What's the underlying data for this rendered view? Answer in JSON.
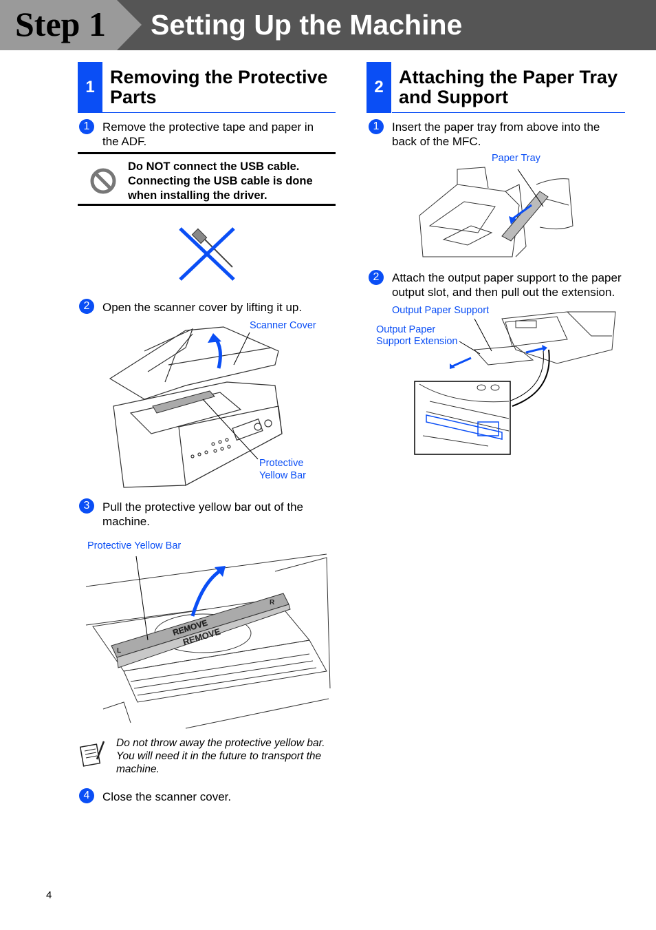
{
  "header": {
    "step_label": "Step 1",
    "title": "Setting Up the Machine"
  },
  "section1": {
    "number": "1",
    "title": "Removing the Protective Parts",
    "steps": [
      {
        "num": "1",
        "text": "Remove the protective tape and paper in the ADF."
      },
      {
        "num": "2",
        "text": "Open the scanner cover by lifting it up."
      },
      {
        "num": "3",
        "text": "Pull the protective yellow bar out of the machine."
      },
      {
        "num": "4",
        "text": "Close the scanner cover."
      }
    ],
    "caution": "Do NOT connect the USB cable. Connecting the USB cable is done when installing the driver.",
    "labels": {
      "scanner_cover": "Scanner Cover",
      "protective_yellow_bar_1": "Protective",
      "protective_yellow_bar_2": "Yellow Bar",
      "protective_yellow_bar_full": "Protective Yellow Bar",
      "remove_1": "REMOVE",
      "remove_2": "REMOVE",
      "bar_left": "L",
      "bar_right": "R"
    },
    "note": "Do not throw away the protective yellow bar. You will need it in the future to transport the machine."
  },
  "section2": {
    "number": "2",
    "title": "Attaching the Paper Tray and Support",
    "steps": [
      {
        "num": "1",
        "text": "Insert the paper tray from above into the back of the MFC."
      },
      {
        "num": "2",
        "text": "Attach the output paper support to the paper output slot, and then pull out the extension."
      }
    ],
    "labels": {
      "paper_tray": "Paper Tray",
      "output_paper_support": "Output Paper Support",
      "output_paper_ext_1": "Output Paper",
      "output_paper_ext_2": "Support Extension"
    }
  },
  "footer": {
    "page_number": "4"
  },
  "colors": {
    "accent": "#0a4ef5",
    "header_dark": "#555555",
    "header_tab": "#9a9a9a"
  }
}
